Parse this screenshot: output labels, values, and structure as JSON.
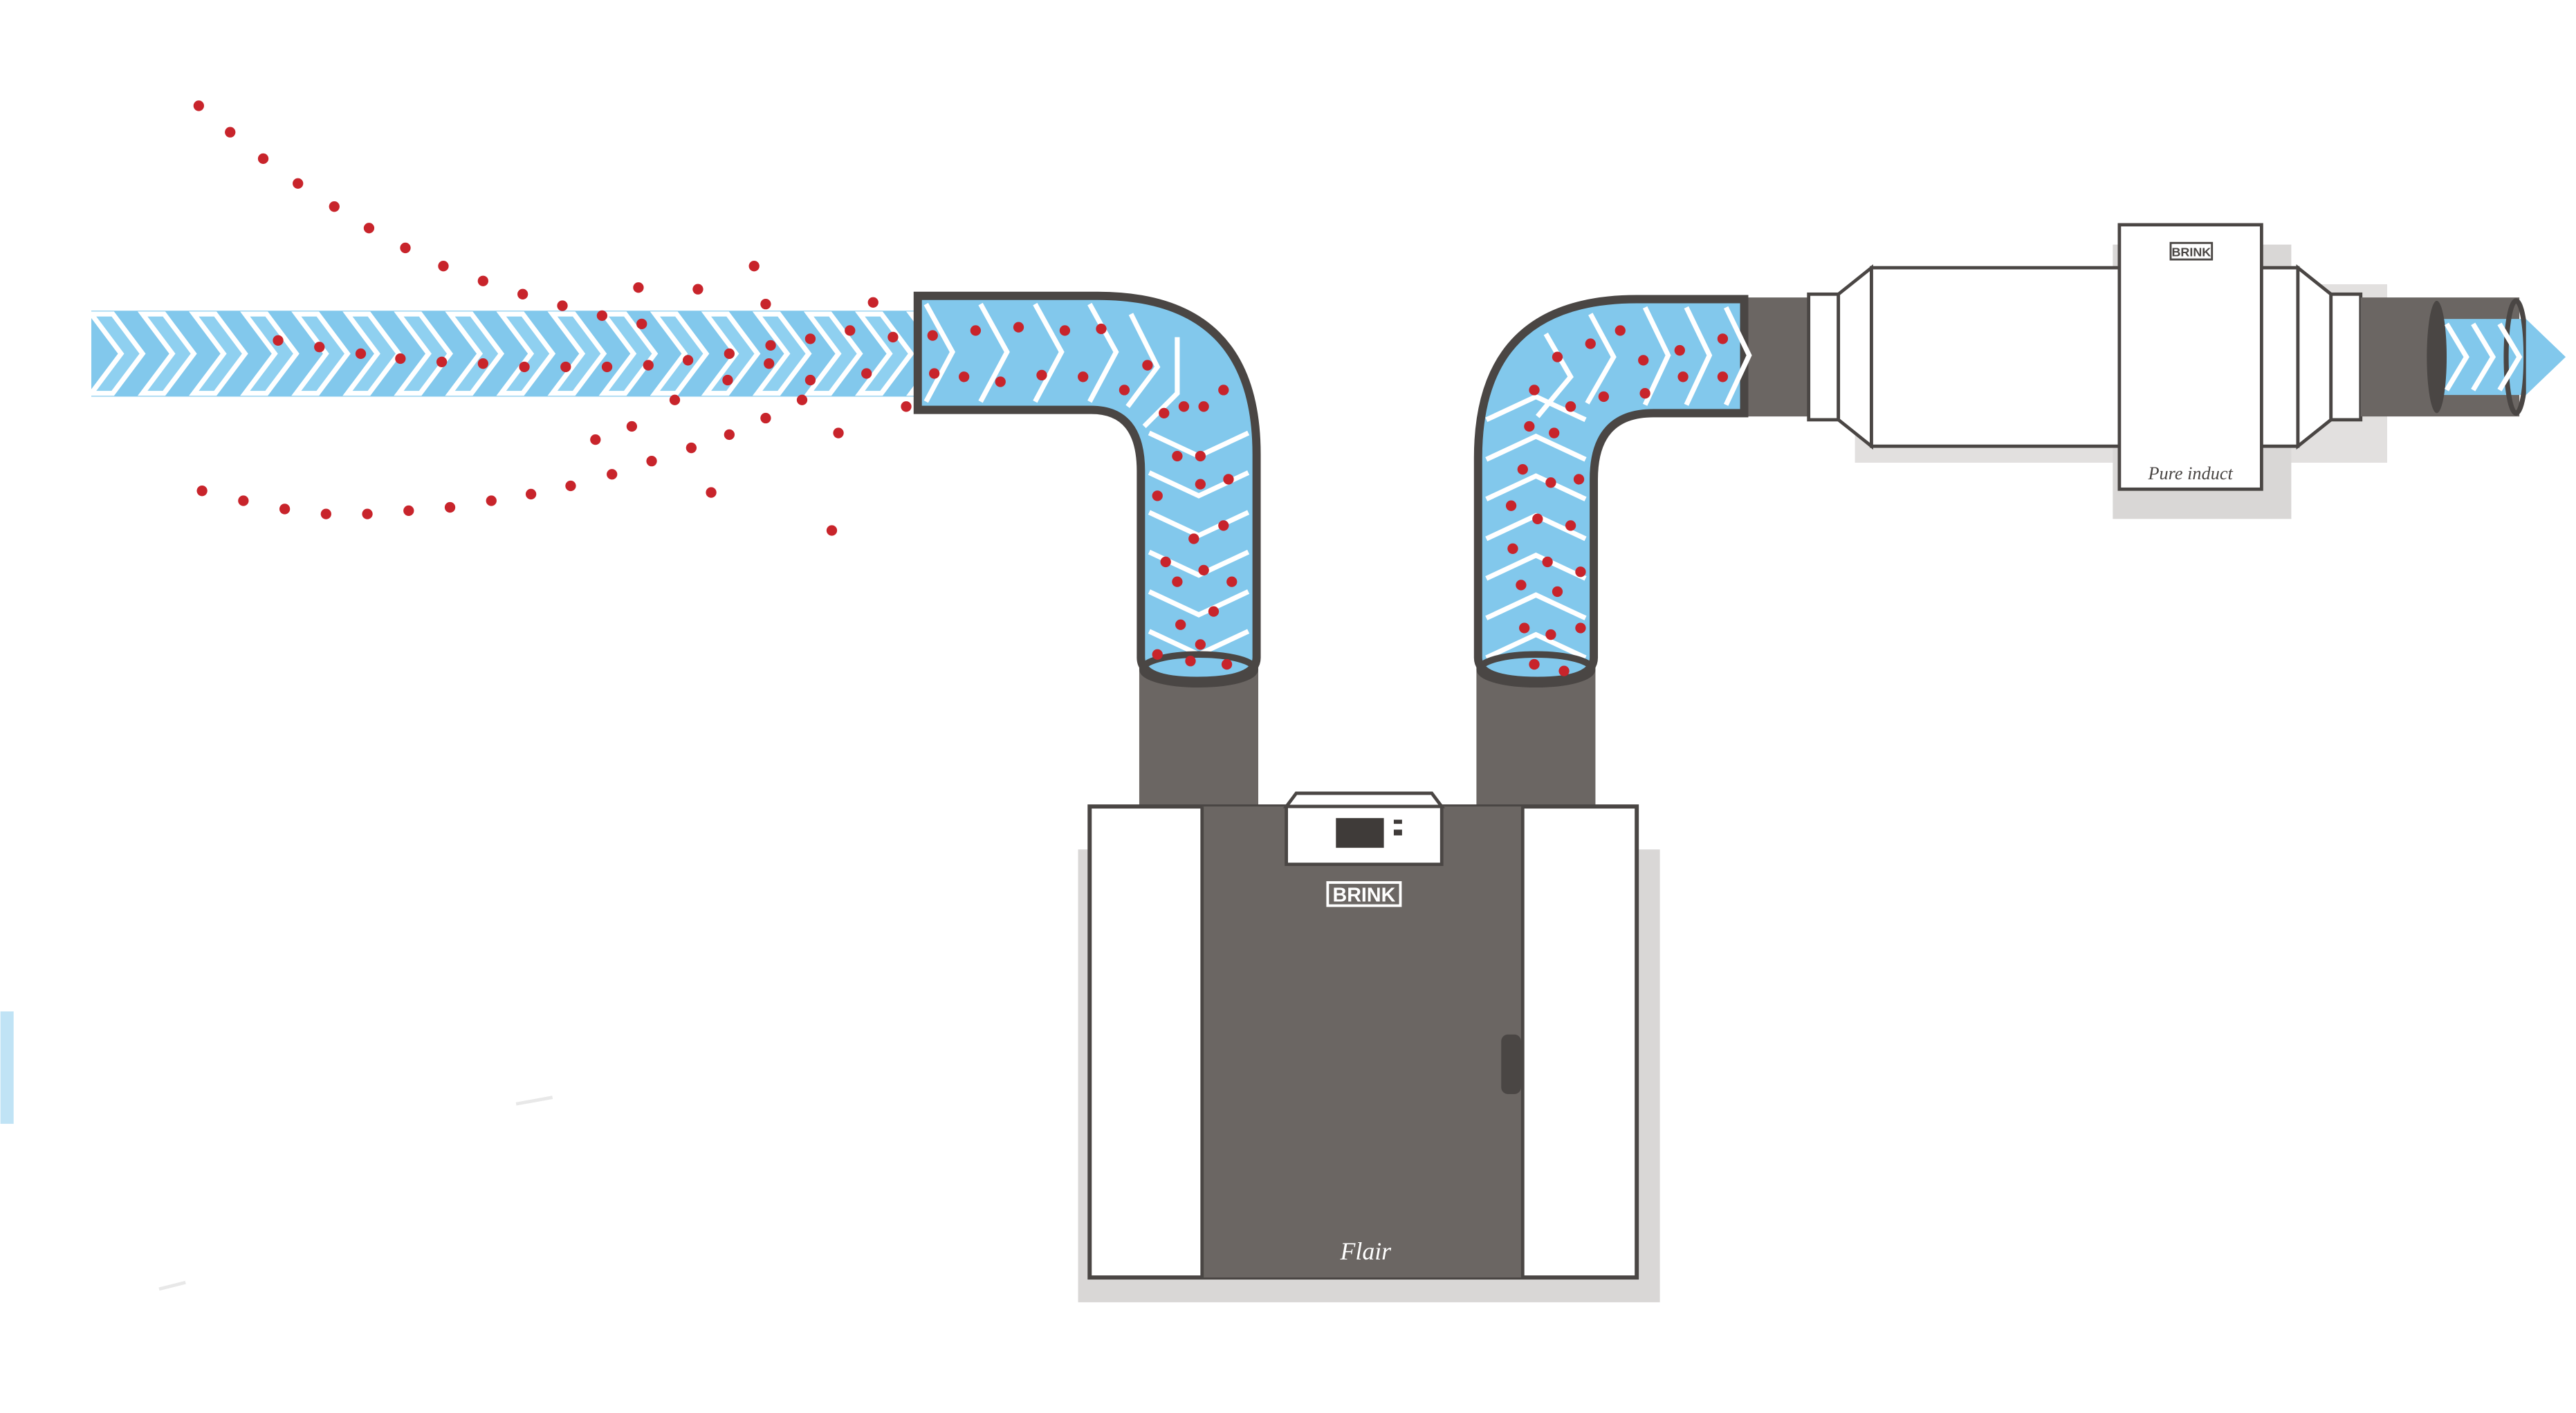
{
  "diagram": {
    "heat_recovery_unit": {
      "brand_logo": "BRINK",
      "model_label": "Flair"
    },
    "inline_filter_unit": {
      "brand_logo": "BRINK",
      "model_label": "Pure induct"
    }
  },
  "colors": {
    "air_flow": "#82c8ec",
    "air_flow_stroke": "#ffffff",
    "duct_dark": "#6b6663",
    "duct_outline": "#4a4644",
    "particles": "#c8242b",
    "housing_white": "#ffffff",
    "housing_outline": "#4a4644",
    "shadow": "#d9d7d6"
  },
  "icons": [
    "chevron-arrow-icon",
    "particle-dot-icon",
    "control-display-icon",
    "brand-logo-icon"
  ]
}
